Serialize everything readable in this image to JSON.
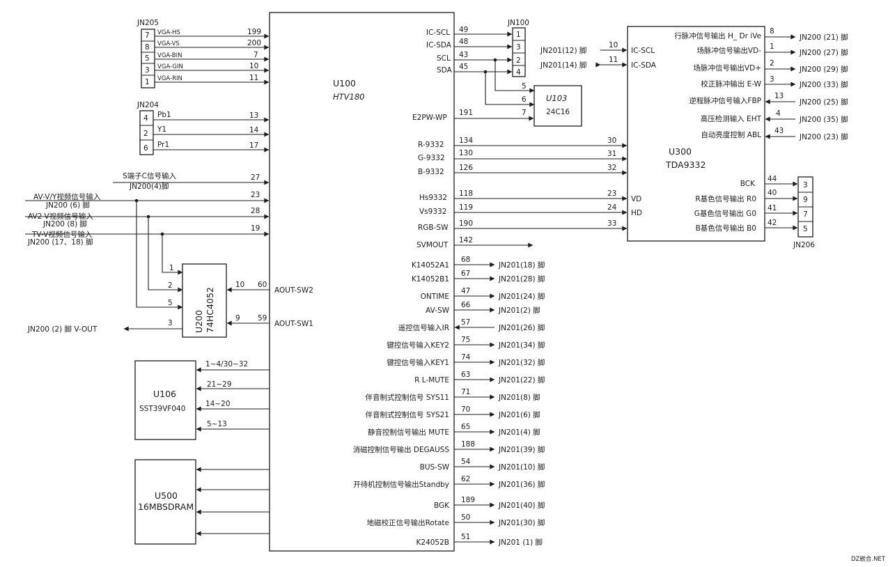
{
  "u100": {
    "ref": "U100",
    "part": "HTV180"
  },
  "u103": {
    "ref": "U103",
    "part": "24C16"
  },
  "u300": {
    "ref": "U300",
    "part": "TDA9332"
  },
  "u200": {
    "ref": "U200",
    "part": "74HC4052"
  },
  "u106": {
    "ref": "U106",
    "part": "SST39VF040"
  },
  "u500": {
    "ref": "U500",
    "part": "16MBSDRAM"
  },
  "jn100": {
    "ref": "JN100",
    "pins": [
      "1",
      "3",
      "2",
      "4"
    ]
  },
  "jn205": {
    "ref": "JN205",
    "pins": [
      {
        "pin": "7",
        "signal": "VGA-HS",
        "num": "199"
      },
      {
        "pin": "8",
        "signal": "VGA-VS",
        "num": "200"
      },
      {
        "pin": "5",
        "signal": "VGA-BIN",
        "num": "7"
      },
      {
        "pin": "3",
        "signal": "VGA-GIN",
        "num": "10"
      },
      {
        "pin": "1",
        "signal": "VGA-RIN",
        "num": "11"
      }
    ]
  },
  "jn204": {
    "ref": "JN204",
    "pins": [
      {
        "pin": "4",
        "signal": "Pb1",
        "num": "13"
      },
      {
        "pin": "2",
        "signal": "Y1",
        "num": "14"
      },
      {
        "pin": "6",
        "signal": "Pr1",
        "num": "17"
      }
    ]
  },
  "left_inputs": [
    {
      "label": "S端子C信号输入",
      "sub": "JN200(4)脚",
      "num": "27"
    },
    {
      "label": "AV-V/Y视频信号输入",
      "sub": "JN200 (6) 脚",
      "num": "23"
    },
    {
      "label": "AV2-V视频信号输入",
      "sub": "JN200 (8) 脚",
      "num": "28"
    },
    {
      "label": "TV-V视频信号输入",
      "sub": "JN200 (17、18) 脚",
      "num": "19"
    }
  ],
  "u200_pins": {
    "p1": "1",
    "p2": "2",
    "p5": "5",
    "p3": "3",
    "p10": "10",
    "p9": "9"
  },
  "aout": [
    {
      "label": "AOUT-SW2",
      "num": "60"
    },
    {
      "label": "AOUT-SW1",
      "num": "59"
    }
  ],
  "vout": "JN200 (2) 脚 V-OUT",
  "u106_buses": [
    "1~4/30~32",
    "21~29",
    "14~20",
    "5~13"
  ],
  "u100_right_top": [
    {
      "label": "IC-SCL",
      "num": "49"
    },
    {
      "label": "IC-SDA",
      "num": "48"
    },
    {
      "label": "SCL",
      "num": "43"
    },
    {
      "label": "SDA",
      "num": "45"
    }
  ],
  "u103_pins": [
    "5",
    "6",
    "7"
  ],
  "e2pw": {
    "label": "E2PW-WP",
    "num": "191"
  },
  "u100_to_u300": [
    {
      "label": "R-9332",
      "num": "134",
      "tnum": "30"
    },
    {
      "label": "G-9332",
      "num": "130",
      "tnum": "31"
    },
    {
      "label": "B-9332",
      "num": "126",
      "tnum": "32"
    },
    {
      "label": "Hs9332",
      "num": "118",
      "tnum": "23",
      "tlabel": "VD"
    },
    {
      "label": "Vs9332",
      "num": "119",
      "tnum": "24",
      "tlabel": "HD"
    },
    {
      "label": "RGB-SW",
      "num": "190",
      "tnum": "33"
    }
  ],
  "svmout": {
    "label": "SVMOUT",
    "num": "142"
  },
  "u100_outputs": [
    {
      "label": "K14052A1",
      "num": "68",
      "dest": "JN201(18) 脚"
    },
    {
      "label": "K14052B1",
      "num": "67",
      "dest": "JN201(28) 脚"
    },
    {
      "label": "ONTIME",
      "num": "47",
      "dest": "JN201(24) 脚"
    },
    {
      "label": "AV-SW",
      "num": "66",
      "dest": "JN201(2) 脚"
    },
    {
      "label": "遥控信号输入IR",
      "num": "57",
      "dest": "JN201(26) 脚"
    },
    {
      "label": "键控信号输入KEY2",
      "num": "75",
      "dest": "JN201(34) 脚"
    },
    {
      "label": "键控信号输入KEY1",
      "num": "74",
      "dest": "JN201(32) 脚"
    },
    {
      "label": "R L-MUTE",
      "num": "63",
      "dest": "JN201(22) 脚"
    },
    {
      "label": "伴音制式控制信号 SYS11",
      "num": "71",
      "dest": "JN201(8) 脚"
    },
    {
      "label": "伴音制式控制信号 SYS21",
      "num": "70",
      "dest": "JN201(6) 脚"
    },
    {
      "label": "静音控制信号输出 MUTE",
      "num": "65",
      "dest": "JN201(4) 脚"
    },
    {
      "label": "消磁控制信号输出 DEGAUSS",
      "num": "188",
      "dest": "JN201(39) 脚"
    },
    {
      "label": "BUS-SW",
      "num": "54",
      "dest": "JN201(10) 脚"
    },
    {
      "label": "开待机控制信号输出Standby",
      "num": "62",
      "dest": "JN201(36) 脚"
    },
    {
      "label": "BGK",
      "num": "189",
      "dest": "JN201(40) 脚"
    },
    {
      "label": "地磁校正信号输出Rotate",
      "num": "50",
      "dest": "JN201(30) 脚"
    },
    {
      "label": "K24052B",
      "num": "51",
      "dest": "JN201 (1) 脚"
    }
  ],
  "u300_left_inputs": [
    {
      "dest": "JN201(12) 脚",
      "num": "10",
      "label": "IC-SCL"
    },
    {
      "dest": "JN201(14) 脚",
      "num": "11",
      "label": "IC-SDA"
    }
  ],
  "u300_right": [
    {
      "label": "行脉冲信号输出 H_ Dr iVe",
      "num": "8",
      "dest": "JN200 (21) 脚"
    },
    {
      "label": "场脉冲信号输出VD-",
      "num": "1",
      "dest": "JN200 (27) 脚"
    },
    {
      "label": "场脉冲信号输出VD+",
      "num": "2",
      "dest": "JN200 (29) 脚"
    },
    {
      "label": "校正脉冲输出 E-W",
      "num": "3",
      "dest": "JN200 (33) 脚"
    },
    {
      "label": "逆程脉冲信号输入FBP",
      "num": "13",
      "dest": "JN200 (25) 脚"
    },
    {
      "label": "高压检测输入 EHT",
      "num": "4",
      "dest": "JN200 (35) 脚"
    },
    {
      "label": "自动亮度控制 ABL",
      "num": "43",
      "dest": "JN200 (23) 脚"
    }
  ],
  "jn206": {
    "ref": "JN206",
    "pins": [
      {
        "label": "BCK",
        "num": "44",
        "pin": "3"
      },
      {
        "label": "R基色信号输出 R0",
        "num": "40",
        "pin": "9"
      },
      {
        "label": "G基色信号输出 G0",
        "num": "41",
        "pin": "7"
      },
      {
        "label": "B基色信号输出 B0",
        "num": "42",
        "pin": "5"
      }
    ]
  },
  "watermark": "DZ嵌合.NET"
}
